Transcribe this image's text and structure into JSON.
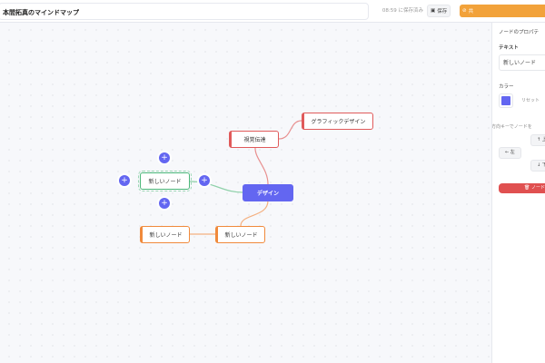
{
  "header": {
    "title": "本間拓真のマインドマップ",
    "saved_status": "08:59 に保存済み",
    "save_label": "保存",
    "share_label": "共"
  },
  "nodes": {
    "root": "デザイン",
    "visual": "視覚伝達",
    "graphic": "グラフィックデザイン",
    "selected": "新しいノード",
    "lower_right": "新しいノード",
    "lower_left": "新しいノード"
  },
  "panel": {
    "title": "ノードのプロパテ",
    "text_label": "テキスト",
    "text_value": "新しいノード",
    "color_label": "カラー",
    "color_value": "#6366f1",
    "reset_label": "リセット",
    "hint": "方向キーでノードを",
    "up": "↑ 上",
    "left": "← 左",
    "down": "↓ 下",
    "delete_label": "ノード"
  },
  "colors": {
    "root": "#6366f1",
    "red": "#e05a5a",
    "green": "#4cb87a",
    "orange": "#f08a3c",
    "accent": "#6366f1"
  }
}
